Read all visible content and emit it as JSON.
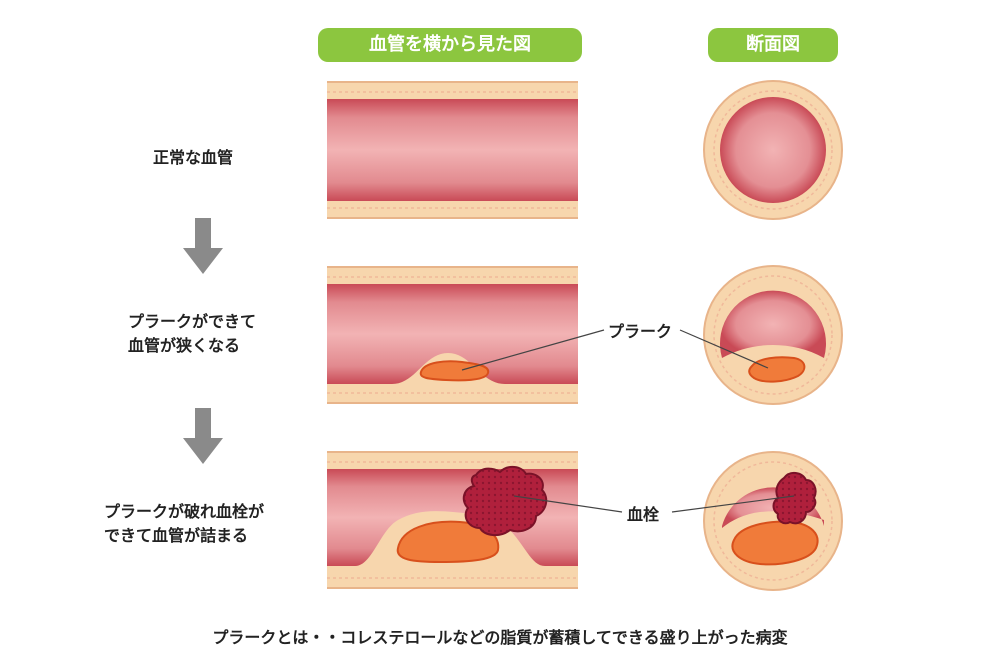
{
  "headers": {
    "side_view": "血管を横から見た図",
    "cross_section": "断面図"
  },
  "stages": [
    {
      "label": "正常な血管"
    },
    {
      "label": "プラークができて\n血管が狭くなる"
    },
    {
      "label": "プラークが破れ血栓が\nできて血管が詰まる"
    }
  ],
  "callouts": {
    "plaque": "プラーク",
    "thrombus": "血栓"
  },
  "footer": "プラークとは・・コレステロールなどの脂質が蓄積してできる盛り上がった病変",
  "colors": {
    "header_green": "#8cc63f",
    "vessel_wall": "#f7d9b0",
    "vessel_wall_stroke": "#e8b98a",
    "lumen": "#e59a9c",
    "lumen_dark": "#cc5b63",
    "plaque": "#f07b3a",
    "thrombus": "#b51e3a",
    "arrow": "#888888"
  }
}
